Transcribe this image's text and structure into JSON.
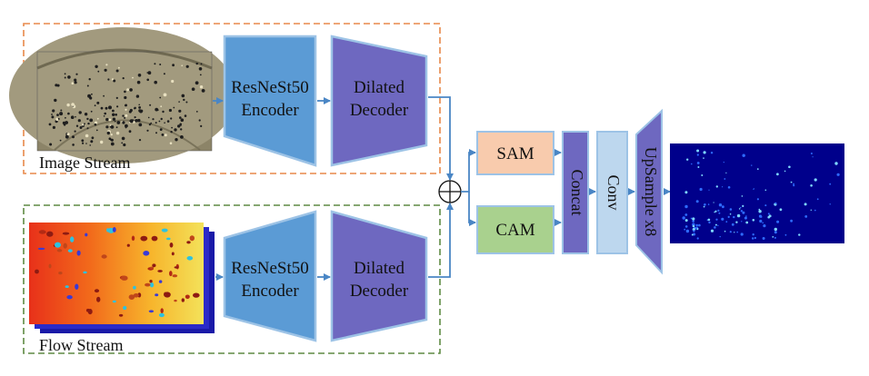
{
  "image_stream": {
    "label": "Image Stream",
    "encoder_lines": [
      "ResNeSt50",
      "Encoder"
    ],
    "decoder_lines": [
      "Dilated",
      "Decoder"
    ]
  },
  "flow_stream": {
    "label": "Flow Stream",
    "encoder_lines": [
      "ResNeSt50",
      "Encoder"
    ],
    "decoder_lines": [
      "Dilated",
      "Decoder"
    ]
  },
  "fusion": {
    "sum_symbol": "+",
    "sam_label": "SAM",
    "cam_label": "CAM",
    "concat_label": "Concat",
    "conv_label": "Conv",
    "upsample_label": "UpSample x8"
  },
  "colors": {
    "image_stream_border": "#E8894A",
    "flow_stream_border": "#5E8A43",
    "encoder_fill": "#5B9BD5",
    "decoder_fill": "#6E68C0",
    "block_border": "#9DC3E6",
    "sam_fill": "#F8CBAD",
    "cam_fill": "#A9D18E",
    "concat_fill": "#6E68C0",
    "conv_fill": "#BDD7EE",
    "arrow": "#4A86C5",
    "density_bg": "#00008B"
  }
}
